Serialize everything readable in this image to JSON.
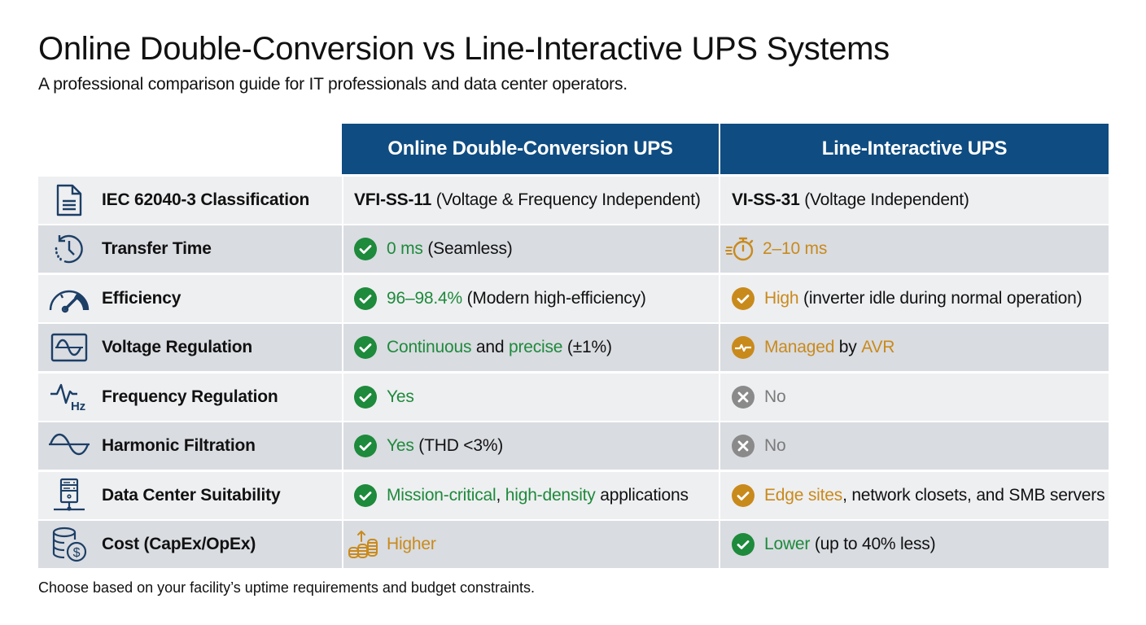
{
  "header": {
    "title": "Online Double-Conversion vs Line-Interactive UPS Systems",
    "subtitle": "A professional comparison guide for IT professionals and data center operators."
  },
  "colors": {
    "header_bg": "#0f4c81",
    "icon_blue": "#1c3f66",
    "green": "#1e8a3c",
    "orange": "#c98a1c",
    "gray": "#7b7b7b",
    "row_light": "#eeeff1",
    "row_dark": "#d9dce1"
  },
  "table": {
    "columns": [
      "Online Double-Conversion UPS",
      "Line-Interactive UPS"
    ],
    "rows": [
      {
        "feature": "IEC 62040-3 Classification",
        "icon": "document-icon",
        "a": {
          "status": "none",
          "parts": [
            {
              "t": "VFI-SS-11",
              "c": "bold"
            },
            {
              "t": " (Voltage & Frequency Independent)",
              "c": "k"
            }
          ]
        },
        "b": {
          "status": "none",
          "parts": [
            {
              "t": "VI-SS-31",
              "c": "bold"
            },
            {
              "t": " (Voltage Independent)",
              "c": "k"
            }
          ]
        }
      },
      {
        "feature": "Transfer Time",
        "icon": "clock-history-icon",
        "a": {
          "status": "check-green",
          "parts": [
            {
              "t": "0 ms",
              "c": "g"
            },
            {
              "t": " (Seamless)",
              "c": "k"
            }
          ]
        },
        "b": {
          "status": "stopwatch-orange",
          "parts": [
            {
              "t": "2–10 ms",
              "c": "o"
            }
          ]
        }
      },
      {
        "feature": "Efficiency",
        "icon": "gauge-icon",
        "a": {
          "status": "check-green",
          "parts": [
            {
              "t": "96–98.4%",
              "c": "g"
            },
            {
              "t": " (Modern high-efficiency)",
              "c": "k"
            }
          ]
        },
        "b": {
          "status": "check-orange",
          "parts": [
            {
              "t": "High",
              "c": "o"
            },
            {
              "t": " (inverter idle during normal operation)",
              "c": "k"
            }
          ]
        }
      },
      {
        "feature": "Voltage Regulation",
        "icon": "sine-box-icon",
        "a": {
          "status": "check-green",
          "parts": [
            {
              "t": "Continuous",
              "c": "g"
            },
            {
              "t": " and ",
              "c": "k"
            },
            {
              "t": "precise",
              "c": "g"
            },
            {
              "t": " (±1%)",
              "c": "k"
            }
          ]
        },
        "b": {
          "status": "pulse-orange",
          "parts": [
            {
              "t": "Managed",
              "c": "o"
            },
            {
              "t": " by ",
              "c": "k"
            },
            {
              "t": "AVR",
              "c": "o"
            }
          ]
        }
      },
      {
        "feature": "Frequency Regulation",
        "icon": "frequency-hz-icon",
        "a": {
          "status": "check-green",
          "parts": [
            {
              "t": "Yes",
              "c": "g"
            }
          ]
        },
        "b": {
          "status": "x-gray",
          "parts": [
            {
              "t": "No",
              "c": "gr"
            }
          ]
        }
      },
      {
        "feature": "Harmonic Filtration",
        "icon": "sine-wave-icon",
        "a": {
          "status": "check-green",
          "parts": [
            {
              "t": "Yes",
              "c": "g"
            },
            {
              "t": " (THD <3%)",
              "c": "k"
            }
          ]
        },
        "b": {
          "status": "x-gray",
          "parts": [
            {
              "t": "No",
              "c": "gr"
            }
          ]
        }
      },
      {
        "feature": "Data Center Suitability",
        "icon": "server-network-icon",
        "a": {
          "status": "check-green",
          "parts": [
            {
              "t": "Mission-critical",
              "c": "g"
            },
            {
              "t": ", ",
              "c": "k"
            },
            {
              "t": "high-density",
              "c": "g"
            },
            {
              "t": " applications",
              "c": "k"
            }
          ]
        },
        "b": {
          "status": "check-orange",
          "parts": [
            {
              "t": "Edge sites",
              "c": "o"
            },
            {
              "t": ", network closets, and SMB servers",
              "c": "k"
            }
          ]
        }
      },
      {
        "feature": "Cost (CapEx/OpEx)",
        "icon": "coins-dollar-icon",
        "a": {
          "status": "coins-up-orange",
          "parts": [
            {
              "t": "Higher",
              "c": "o"
            }
          ]
        },
        "b": {
          "status": "check-green",
          "parts": [
            {
              "t": "Lower",
              "c": "g"
            },
            {
              "t": " (up to 40% less)",
              "c": "k"
            }
          ]
        }
      }
    ]
  },
  "footer": {
    "note": "Choose based on your facility’s uptime requirements and budget constraints."
  }
}
